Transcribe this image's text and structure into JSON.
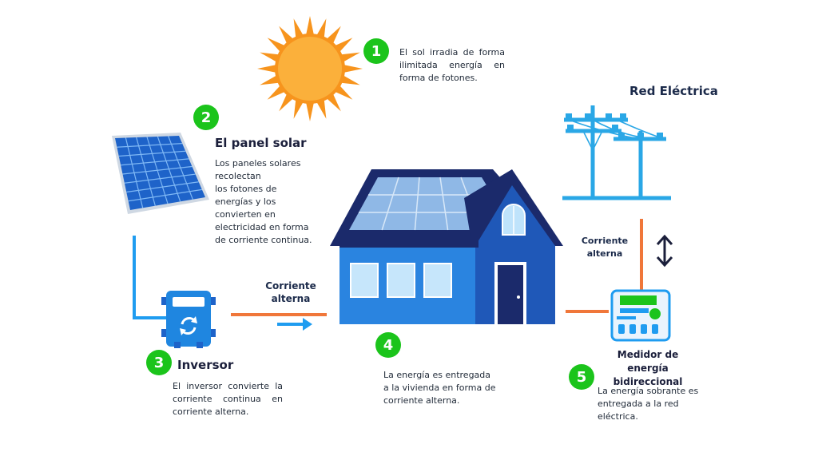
{
  "colors": {
    "badge_green": "#1bc41b",
    "house_blue": "#1e6fd9",
    "roof_dark": "#1b2a6b",
    "cable_blue": "#1f9cf0",
    "line_orange": "#f0773a",
    "tower_cyan": "#2aa7e6",
    "sun_orange": "#f7941d"
  },
  "steps": [
    {
      "number": "1",
      "title": "",
      "text_lines": [
        "El sol irradia de forma",
        "ilimitada energía en",
        "forma de fotones."
      ]
    },
    {
      "number": "2",
      "title": "El panel solar",
      "text_lines": [
        "Los paneles solares",
        "recolectan",
        "los fotones de",
        "energías y los",
        "convierten en",
        "electricidad en forma",
        "de corriente continua."
      ]
    },
    {
      "number": "3",
      "title": "Inversor",
      "text_lines": [
        "El inversor convierte la",
        "corriente continua en",
        "corriente alterna."
      ]
    },
    {
      "number": "4",
      "title": "",
      "text_lines": [
        "La energía es entregada",
        "a la vivienda en forma de",
        "corriente alterna."
      ]
    },
    {
      "number": "5",
      "title": "Medidor de energía bidireccional",
      "title_lines": [
        "Medidor de energía",
        "bidireccional"
      ],
      "text_lines": [
        "La energía sobrante es",
        "entregada a la red",
        "eléctrica."
      ]
    }
  ],
  "labels": {
    "grid_title": "Red Eléctrica",
    "ac_flow": [
      "Corriente",
      "alterna"
    ],
    "ac_grid": [
      "Corriente",
      "alterna"
    ]
  },
  "icons": [
    "sun-icon",
    "solar-panel-icon",
    "inverter-icon",
    "house-icon",
    "power-tower-icon",
    "energy-meter-icon",
    "bidirectional-arrow-icon"
  ]
}
